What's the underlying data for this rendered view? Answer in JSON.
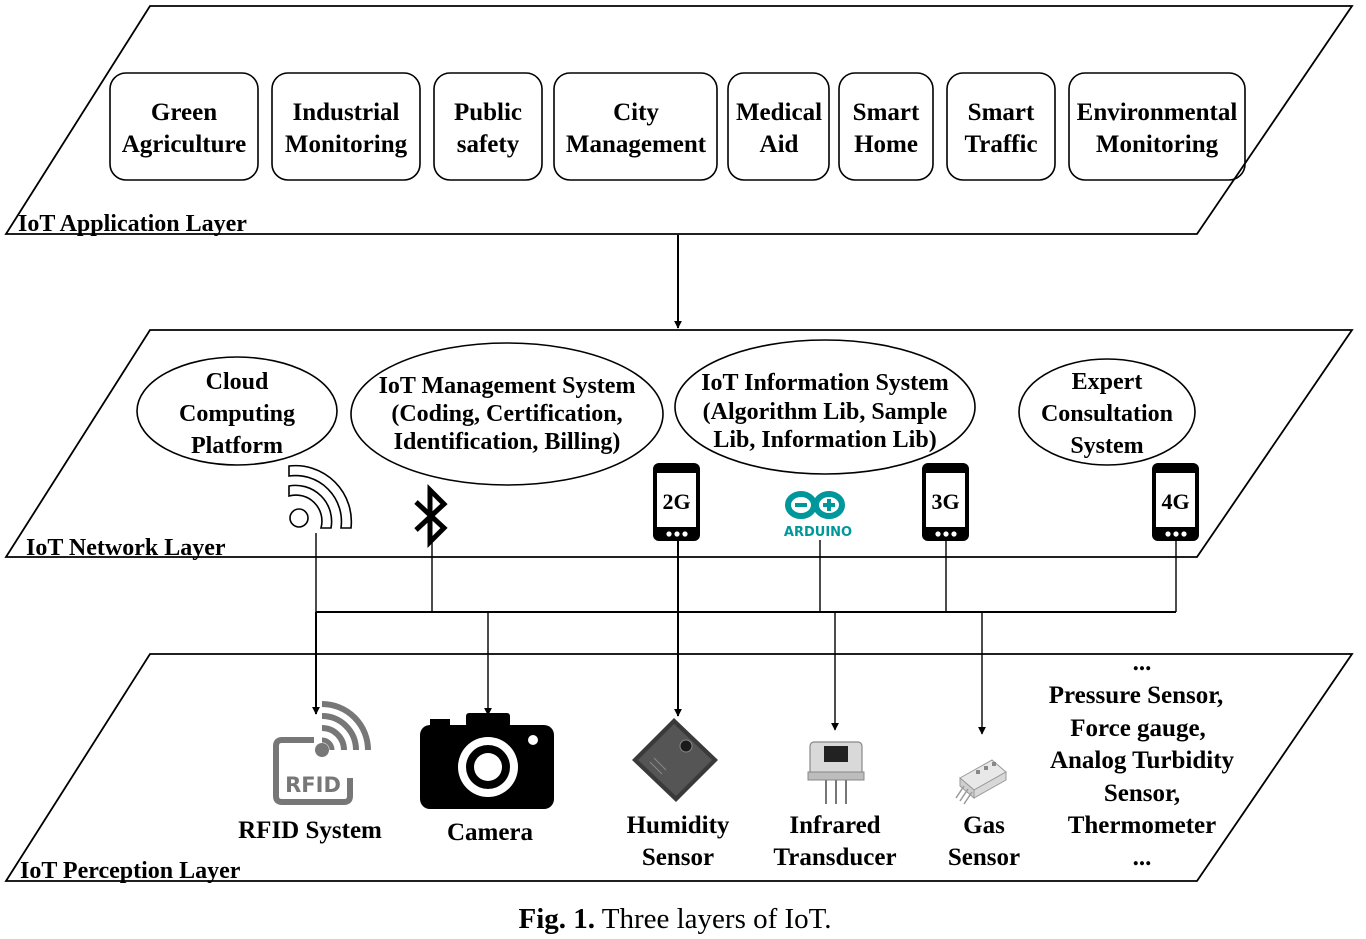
{
  "layers": {
    "application": "IoT Application Layer",
    "network": "IoT Network  Layer",
    "perception": "IoT Perception  Layer"
  },
  "applications": [
    {
      "line1": "Green",
      "line2": "Agriculture"
    },
    {
      "line1": "Industrial",
      "line2": "Monitoring"
    },
    {
      "line1": "Public",
      "line2": "safety"
    },
    {
      "line1": "City",
      "line2": "Management"
    },
    {
      "line1": "Medical",
      "line2": "Aid"
    },
    {
      "line1": "Smart",
      "line2": "Home"
    },
    {
      "line1": "Smart",
      "line2": "Traffic"
    },
    {
      "line1": "Environmental",
      "line2": "Monitoring"
    }
  ],
  "network_systems": [
    {
      "lines": [
        "Cloud",
        "Computing",
        "Platform"
      ]
    },
    {
      "lines": [
        "IoT Management System",
        "(Coding, Certification,",
        "Identification, Billing)"
      ]
    },
    {
      "lines": [
        "IoT Information System",
        "(Algorithm Lib, Sample",
        "Lib, Information Lib)"
      ]
    },
    {
      "lines": [
        "Expert",
        "Consultation",
        "System"
      ]
    }
  ],
  "network_links": {
    "phone_2g": "2G",
    "phone_3g": "3G",
    "phone_4g": "4G",
    "arduino_logo_text": "ARDUINO",
    "icons": [
      "wifi-icon",
      "bluetooth-icon",
      "phone-icon",
      "arduino-icon"
    ]
  },
  "devices": [
    {
      "line1": "RFID System",
      "line2": ""
    },
    {
      "line1": "Camera",
      "line2": ""
    },
    {
      "line1": "Humidity",
      "line2": "Sensor"
    },
    {
      "line1": "Infrared",
      "line2": "Transducer"
    },
    {
      "line1": "Gas",
      "line2": "Sensor"
    }
  ],
  "rfid_logo_text": "RFID",
  "other_sensors": [
    "...",
    "Pressure Sensor,",
    "Force gauge,",
    "Analog Turbidity",
    "Sensor,",
    "Thermometer",
    "..."
  ],
  "caption": {
    "label": "Fig. 1.",
    "text": " Three layers of IoT."
  }
}
